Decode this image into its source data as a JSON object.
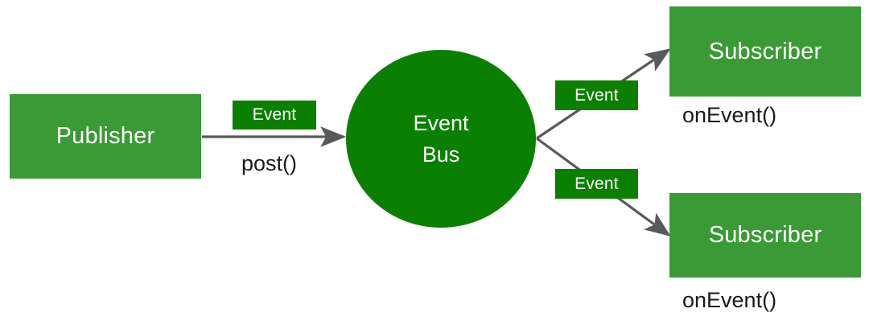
{
  "diagram": {
    "title": "Event Bus publish-subscribe diagram",
    "colors": {
      "node_green": "#3a9a35",
      "accent_green": "#0b8000",
      "edge_gray": "#595959",
      "text_dark": "#1a1a1a",
      "background": "#ffffff"
    },
    "nodes": {
      "publisher": {
        "label": "Publisher"
      },
      "event_bus": {
        "label_line1": "Event",
        "label_line2": "Bus"
      },
      "subscriber_top": {
        "label": "Subscriber"
      },
      "subscriber_bottom": {
        "label": "Subscriber"
      }
    },
    "tags": {
      "event_post": "Event",
      "event_top": "Event",
      "event_bottom": "Event"
    },
    "edge_labels": {
      "post": "post()"
    },
    "captions": {
      "on_event_top": "onEvent()",
      "on_event_bottom": "onEvent()"
    }
  }
}
